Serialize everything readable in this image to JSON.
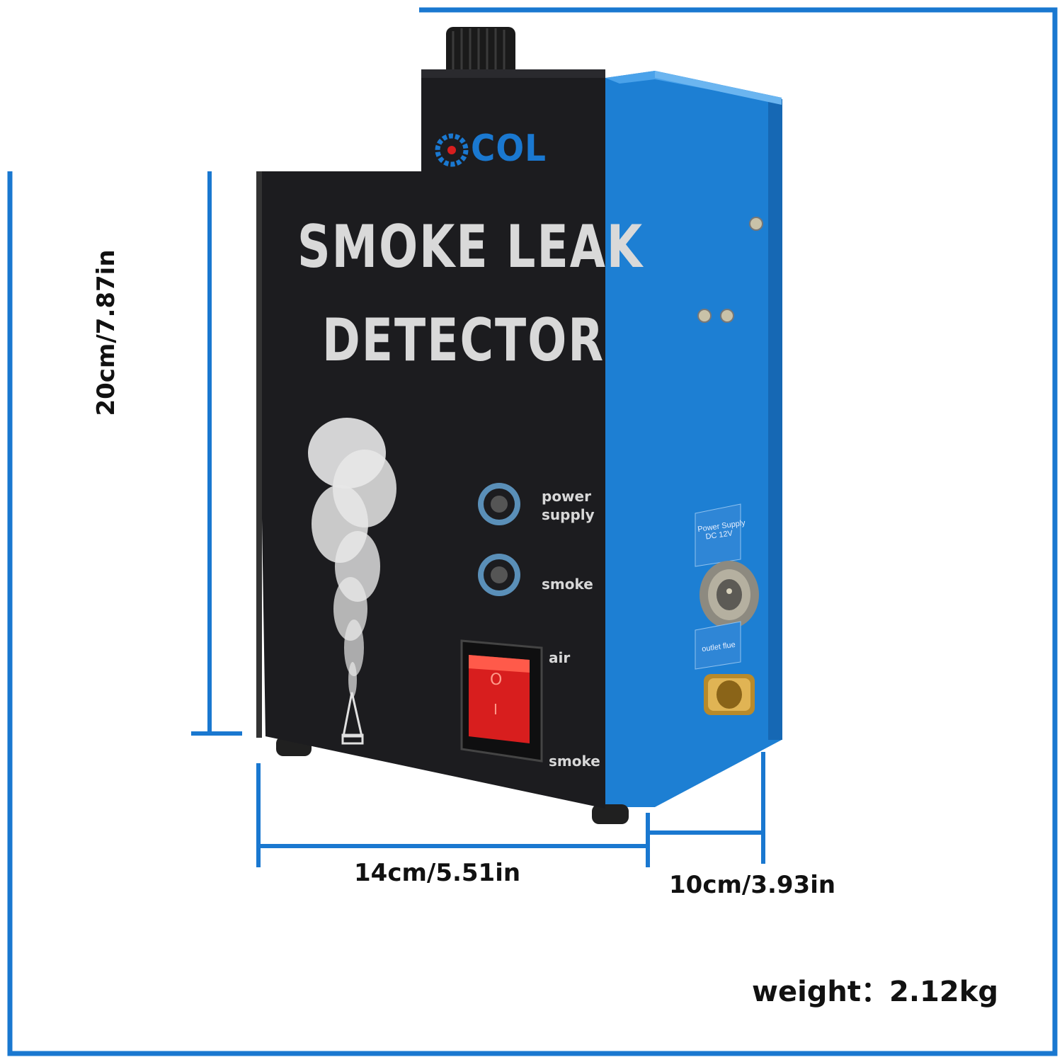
{
  "colors": {
    "frame": "#1a78d0",
    "device_blue": "#1d7fd3",
    "panel": "#1c1c1f",
    "switch_red": "#d81e1e",
    "text": "#111111"
  },
  "device": {
    "brand_fragment": "COL",
    "title_line1": "SMOKE LEAK",
    "title_line2": "DETECTOR",
    "controls": {
      "power_label": "power\nsupply",
      "smoke_label": "smoke",
      "air_label": "air",
      "switch_smoke_label": "smoke",
      "switch_o": "O",
      "switch_i": "I"
    },
    "side": {
      "power_supply_label": "Power Supply\nDC 12V",
      "outlet_label": "outlet flue"
    }
  },
  "dimensions": {
    "height": "20cm/7.87in",
    "width": "14cm/5.51in",
    "depth": "10cm/3.93in",
    "weight": "weight：2.12kg"
  }
}
